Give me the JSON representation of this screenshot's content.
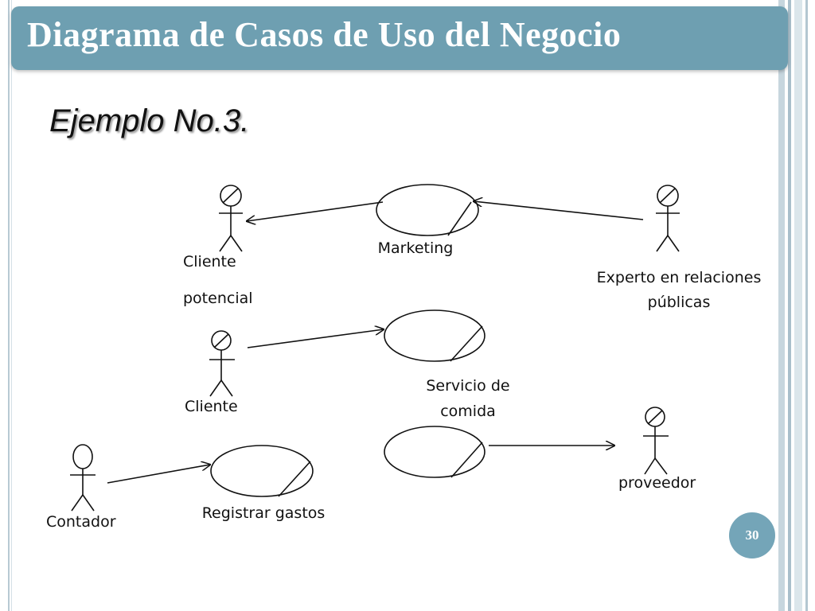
{
  "slide": {
    "title": "Diagrama de Casos de Uso del Negocio",
    "subtitle": "Ejemplo No.3.",
    "page_number": "30"
  },
  "actors": {
    "cliente_potencial_line1": "Cliente",
    "cliente_potencial_line2": "potencial",
    "experto_line1": "Experto en relaciones",
    "experto_line2": "públicas",
    "cliente": "Cliente",
    "contador": "Contador",
    "proveedor": "proveedor"
  },
  "use_cases": {
    "marketing": "Marketing",
    "servicio_line1": "Servicio de",
    "servicio_line2": "comida",
    "registrar_gastos": "Registrar gastos"
  }
}
